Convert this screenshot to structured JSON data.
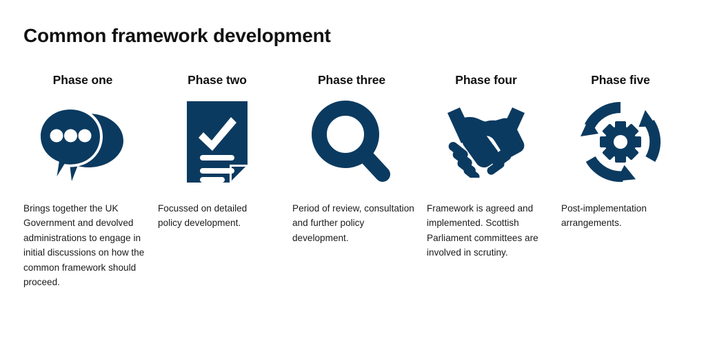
{
  "document": {
    "title": "Common framework development",
    "background_color": "#ffffff",
    "accent_color": "#0b3a60",
    "text_color": "#1b1b1b"
  },
  "phases": [
    {
      "heading": "Phase one",
      "icon": "speech-bubbles-icon",
      "description": "Brings together the UK Government and devolved administrations to engage in initial discussions on how the common framework should proceed."
    },
    {
      "heading": "Phase two",
      "icon": "document-checklist-icon",
      "description": "Focussed on detailed policy development."
    },
    {
      "heading": "Phase three",
      "icon": "magnifying-glass-icon",
      "description": "Period of review, consultation and further policy development."
    },
    {
      "heading": "Phase four",
      "icon": "handshake-icon",
      "description": "Framework is agreed and implemented. Scottish Parliament committees are involved in scrutiny."
    },
    {
      "heading": "Phase five",
      "icon": "cycle-gear-icon",
      "description": "Post-implementation arrangements."
    }
  ]
}
